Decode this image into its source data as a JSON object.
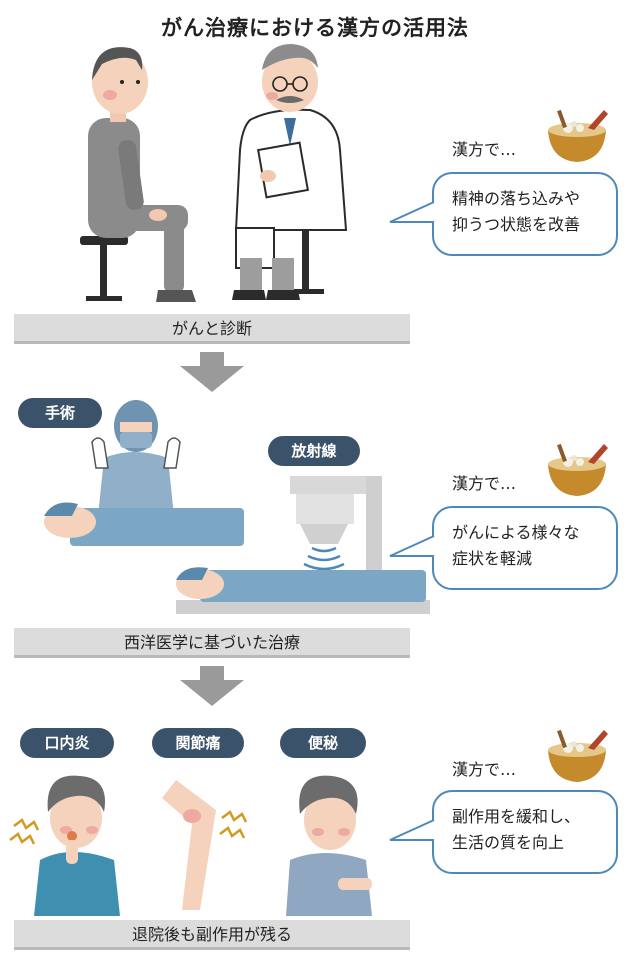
{
  "title": "がん治療における漢方の活用法",
  "sections": [
    {
      "banner": "がんと診断",
      "kanpo_label": "漢方で…",
      "bubble_lines": [
        "精神の落ち込みや",
        "抑うつ状態を改善"
      ]
    },
    {
      "pills": [
        "手術",
        "放射線"
      ],
      "banner": "西洋医学に基づいた治療",
      "kanpo_label": "漢方で…",
      "bubble_lines": [
        "がんによる様々な",
        "症状を軽減"
      ]
    },
    {
      "pills": [
        "口内炎",
        "関節痛",
        "便秘"
      ],
      "banner": "退院後も副作用が残る",
      "kanpo_label": "漢方で…",
      "bubble_lines": [
        "副作用を緩和し、",
        "生活の質を向上"
      ]
    }
  ],
  "colors": {
    "pill": "#3b526b",
    "bubble_border": "#4d88bc",
    "banner": "#dcdcdc",
    "arrow": "#9a9a9a",
    "scrubs": "#8fb0c8",
    "patient_shirt": "#3f8fb0"
  },
  "icons": [
    "herbal-bowl-icon",
    "down-arrow-icon",
    "pain-zigzag-icon"
  ]
}
